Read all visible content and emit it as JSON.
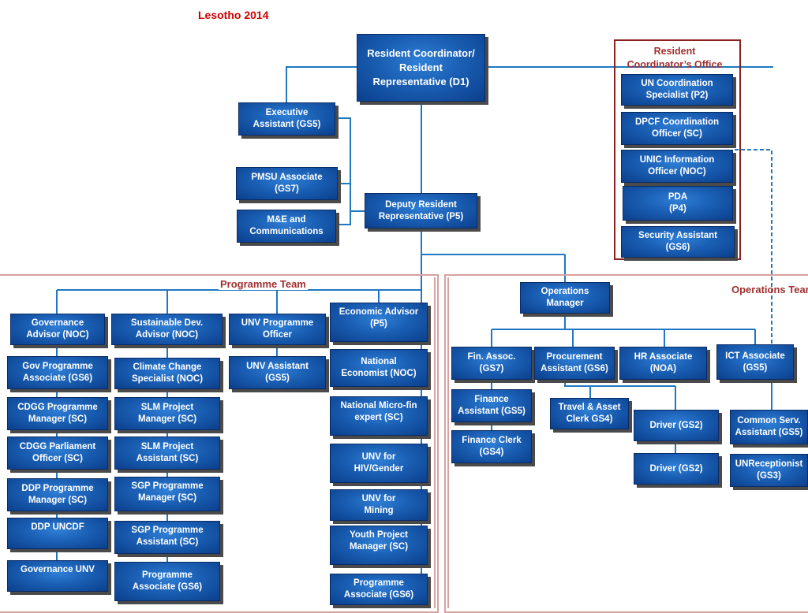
{
  "title": "Lesotho 2014",
  "sections": {
    "programme_team": "Programme Team",
    "operations_team": "Operations Team",
    "rc_office": "Resident\nCoordinator’s Office"
  },
  "boxes": {
    "rc": "Resident Coordinator/\nResident\nRepresentative (D1)",
    "exec_assistant": "Executive\nAssistant (GS5)",
    "pmsu": "PMSU Associate\n(GS7)",
    "me_comm": "M&E and\nCommunications",
    "drr": "Deputy Resident\nRepresentative (P5)",
    "un_coord": "UN Coordination\nSpecialist (P2)",
    "dpcf": "DPCF Coordination\nOfficer (SC)",
    "unic": "UNIC Information\nOfficer (NOC)",
    "pda": "PDA\n(P4)",
    "security": "Security Assistant\n(GS6)",
    "gov_advisor": "Governance\nAdvisor (NOC)",
    "gov_prog_assoc": "Gov Programme\nAssociate (GS6)",
    "cdgg_pm": "CDGG Programme\nManager (SC)",
    "cdgg_parl": "CDGG Parliament\nOfficer (SC)",
    "ddp_pm": "DDP Programme\nManager (SC)",
    "ddp_uncdf": "DDP UNCDF",
    "gov_unv": "Governance UNV",
    "sd_advisor": "Sustainable Dev.\nAdvisor (NOC)",
    "climate": "Climate Change\nSpecialist (NOC)",
    "slm_pm": "SLM Project\nManager (SC)",
    "slm_pa": "SLM Project\nAssistant (SC)",
    "sgp_pm": "SGP Programme\nManager (SC)",
    "sgp_pa": "SGP Programme\nAssistant (SC)",
    "prog_assoc_1": "Programme\nAssociate (GS6)",
    "unv_po": "UNV Programme\nOfficer",
    "unv_assist": "UNV Assistant\n(GS5)",
    "econ_advisor": "Economic Advisor\n(P5)",
    "nat_economist": "National\nEconomist (NOC)",
    "microfin": "National Micro-fin\nexpert (SC)",
    "unv_hiv": "UNV for\nHIV/Gender",
    "unv_mining": "UNV for\nMining",
    "youth_pm": "Youth Project\nManager (SC)",
    "prog_assoc_2": "Programme\nAssociate (GS6)",
    "ops_manager": "Operations\nManager",
    "fin_assoc": "Fin. Assoc.\n(GS7)",
    "fin_assistant": "Finance\nAssistant (GS5)",
    "fin_clerk": "Finance Clerk\n(GS4)",
    "procurement": "Procurement\nAssistant (GS6)",
    "travel": "Travel & Asset\nClerk GS4)",
    "hr": "HR Associate\n(NOA)",
    "driver1": "Driver (GS2)",
    "driver2": "Driver (GS2)",
    "ict": "ICT Associate\n(GS5)",
    "common_serv": "Common Serv.\nAssistant (GS5)",
    "receptionist": "UNReceptionist\n(GS3)"
  },
  "colors": {
    "box_fill": "#1a5fb4",
    "connector": "#1f78c1",
    "frame": "#a03030",
    "title": "#cc0000"
  }
}
